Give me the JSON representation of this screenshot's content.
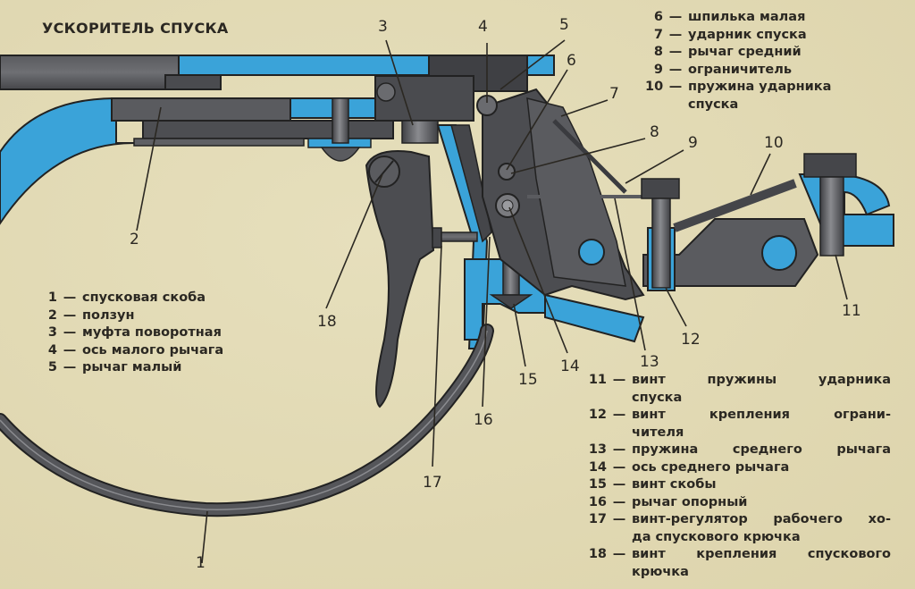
{
  "title": "УСКОРИТЕЛЬ СПУСКА",
  "colors": {
    "background": "#e3dbb6",
    "blue": "#3aa3d9",
    "metal_dark": "#45464a",
    "metal_mid": "#6a6b6f",
    "ink": "#2b2822"
  },
  "callouts": [
    "1",
    "2",
    "3",
    "4",
    "5",
    "6",
    "7",
    "8",
    "9",
    "10",
    "11",
    "12",
    "13",
    "14",
    "15",
    "16",
    "17",
    "18"
  ],
  "legend": {
    "left": [
      {
        "num": "1",
        "text": "спусковая скоба"
      },
      {
        "num": "2",
        "text": "ползун"
      },
      {
        "num": "3",
        "text": "муфта поворотная"
      },
      {
        "num": "4",
        "text": "ось малого рычага"
      },
      {
        "num": "5",
        "text": "рычаг малый"
      }
    ],
    "top_right": [
      {
        "num": "6",
        "text": "шпилька малая"
      },
      {
        "num": "7",
        "text": "ударник спуска"
      },
      {
        "num": "8",
        "text": "рычаг средний"
      },
      {
        "num": "9",
        "text": "ограничитель"
      },
      {
        "num": "10",
        "text": "пружина ударника",
        "cont": "спуска"
      }
    ],
    "bottom_right": [
      {
        "num": "11",
        "text": "винт пружины ударника",
        "cont": "спуска"
      },
      {
        "num": "12",
        "text": "винт крепления ограни-",
        "cont": "чителя"
      },
      {
        "num": "13",
        "text": "пружина среднего рычага"
      },
      {
        "num": "14",
        "text": "ось среднего рычага"
      },
      {
        "num": "15",
        "text": "винт скобы"
      },
      {
        "num": "16",
        "text": "рычаг опорный"
      },
      {
        "num": "17",
        "text": "винт-регулятор рабочего хо-",
        "cont": "да спускового крючка"
      },
      {
        "num": "18",
        "text": "винт крепления спускового",
        "cont": "крючка"
      }
    ]
  },
  "dash": "—"
}
